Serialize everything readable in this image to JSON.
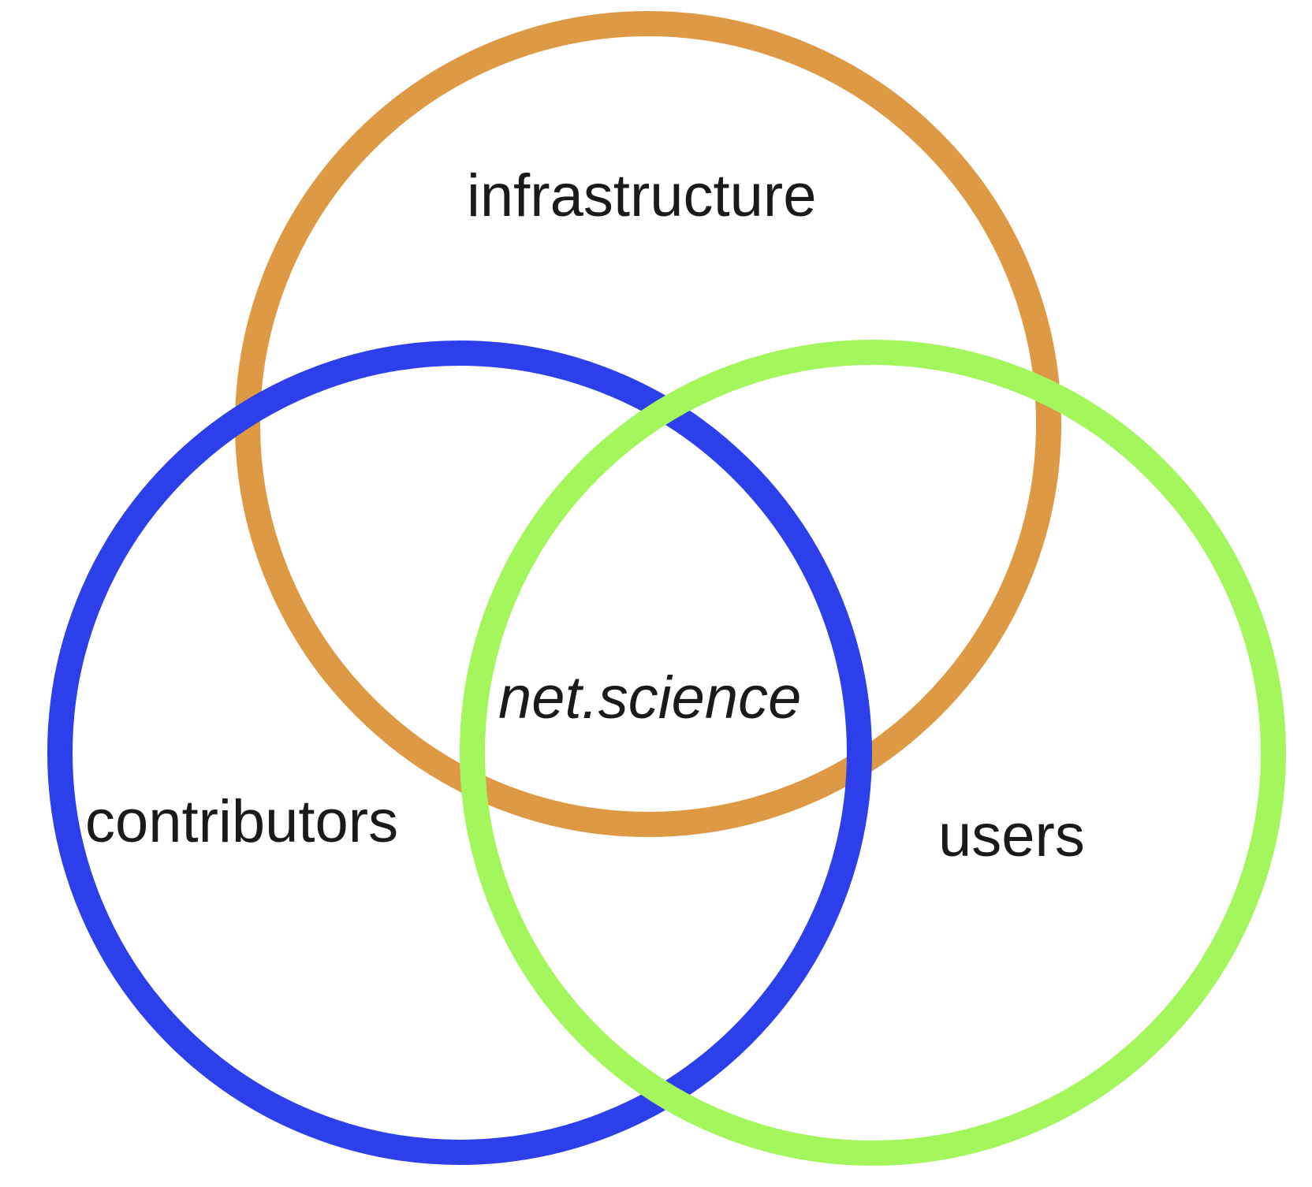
{
  "sets": [
    {
      "id": "infrastructure",
      "label": "infrastructure",
      "color": "#DD9943"
    },
    {
      "id": "contributors",
      "label": "contributors",
      "color": "#2C3FEA"
    },
    {
      "id": "users",
      "label": "users",
      "color": "#A3F65B"
    }
  ],
  "center": {
    "label": "net.science",
    "style": "italic"
  }
}
